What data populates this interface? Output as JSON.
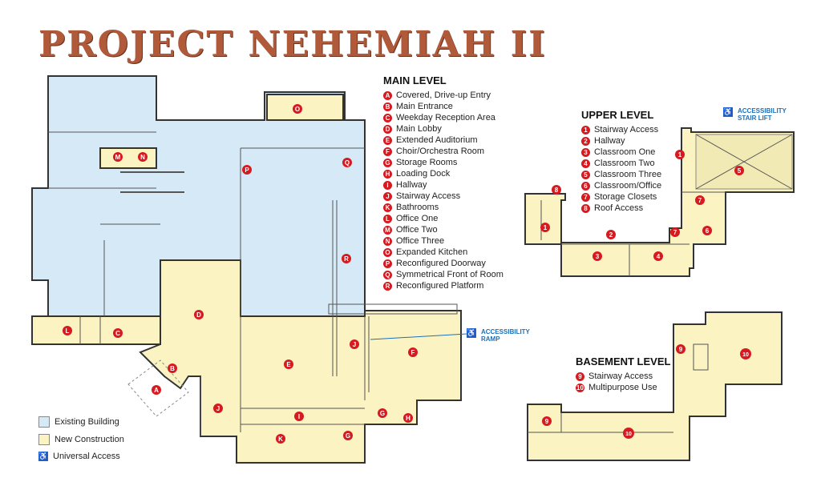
{
  "title": "PROJECT NEHEMIAH II",
  "colors": {
    "existing": "#d6e9f6",
    "new": "#fbf4c2",
    "badge": "#d71920",
    "access": "#1e6fb8",
    "wall": "#333333",
    "title": "#b05a3a"
  },
  "main_level": {
    "heading": "MAIN LEVEL",
    "items": [
      {
        "key": "A",
        "label": "Covered, Drive-up Entry"
      },
      {
        "key": "B",
        "label": "Main Entrance"
      },
      {
        "key": "C",
        "label": "Weekday Reception Area"
      },
      {
        "key": "D",
        "label": "Main Lobby"
      },
      {
        "key": "E",
        "label": "Extended Auditorium"
      },
      {
        "key": "F",
        "label": "Choir/Orchestra Room"
      },
      {
        "key": "G",
        "label": "Storage Rooms"
      },
      {
        "key": "H",
        "label": "Loading Dock"
      },
      {
        "key": "I",
        "label": "Hallway"
      },
      {
        "key": "J",
        "label": "Stairway Access"
      },
      {
        "key": "K",
        "label": "Bathrooms"
      },
      {
        "key": "L",
        "label": "Office One"
      },
      {
        "key": "M",
        "label": "Office Two"
      },
      {
        "key": "N",
        "label": "Office Three"
      },
      {
        "key": "O",
        "label": "Expanded Kitchen"
      },
      {
        "key": "P",
        "label": "Reconfigured Doorway"
      },
      {
        "key": "Q",
        "label": "Symmetrical Front of Room"
      },
      {
        "key": "R",
        "label": "Reconfigured Platform"
      }
    ]
  },
  "upper_level": {
    "heading": "UPPER LEVEL",
    "items": [
      {
        "key": "1",
        "label": "Stairway Access"
      },
      {
        "key": "2",
        "label": "Hallway"
      },
      {
        "key": "3",
        "label": "Classroom One"
      },
      {
        "key": "4",
        "label": "Classroom Two"
      },
      {
        "key": "5",
        "label": "Classroom Three"
      },
      {
        "key": "6",
        "label": "Classroom/Office"
      },
      {
        "key": "7",
        "label": "Storage Closets"
      },
      {
        "key": "8",
        "label": "Roof Access"
      }
    ]
  },
  "basement_level": {
    "heading": "BASEMENT LEVEL",
    "items": [
      {
        "key": "9",
        "label": "Stairway Access"
      },
      {
        "key": "10",
        "label": "Multipurpose Use"
      }
    ]
  },
  "annotations": {
    "ramp_line1": "ACCESSIBILITY",
    "ramp_line2": "RAMP",
    "lift_line1": "ACCESSIBILITY",
    "lift_line2": "STAIR LIFT"
  },
  "map_key": {
    "existing": "Existing Building",
    "new": "New Construction",
    "access": "Universal Access"
  }
}
